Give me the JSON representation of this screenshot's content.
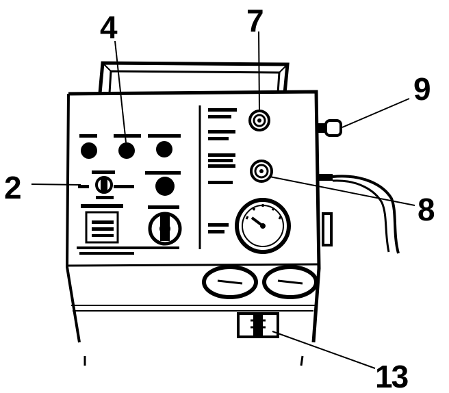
{
  "callouts": {
    "c2": "2",
    "c4": "4",
    "c7": "7",
    "c8": "8",
    "c9": "9",
    "c13": "13"
  },
  "colors": {
    "ink": "#000000",
    "paper": "#ffffff"
  }
}
